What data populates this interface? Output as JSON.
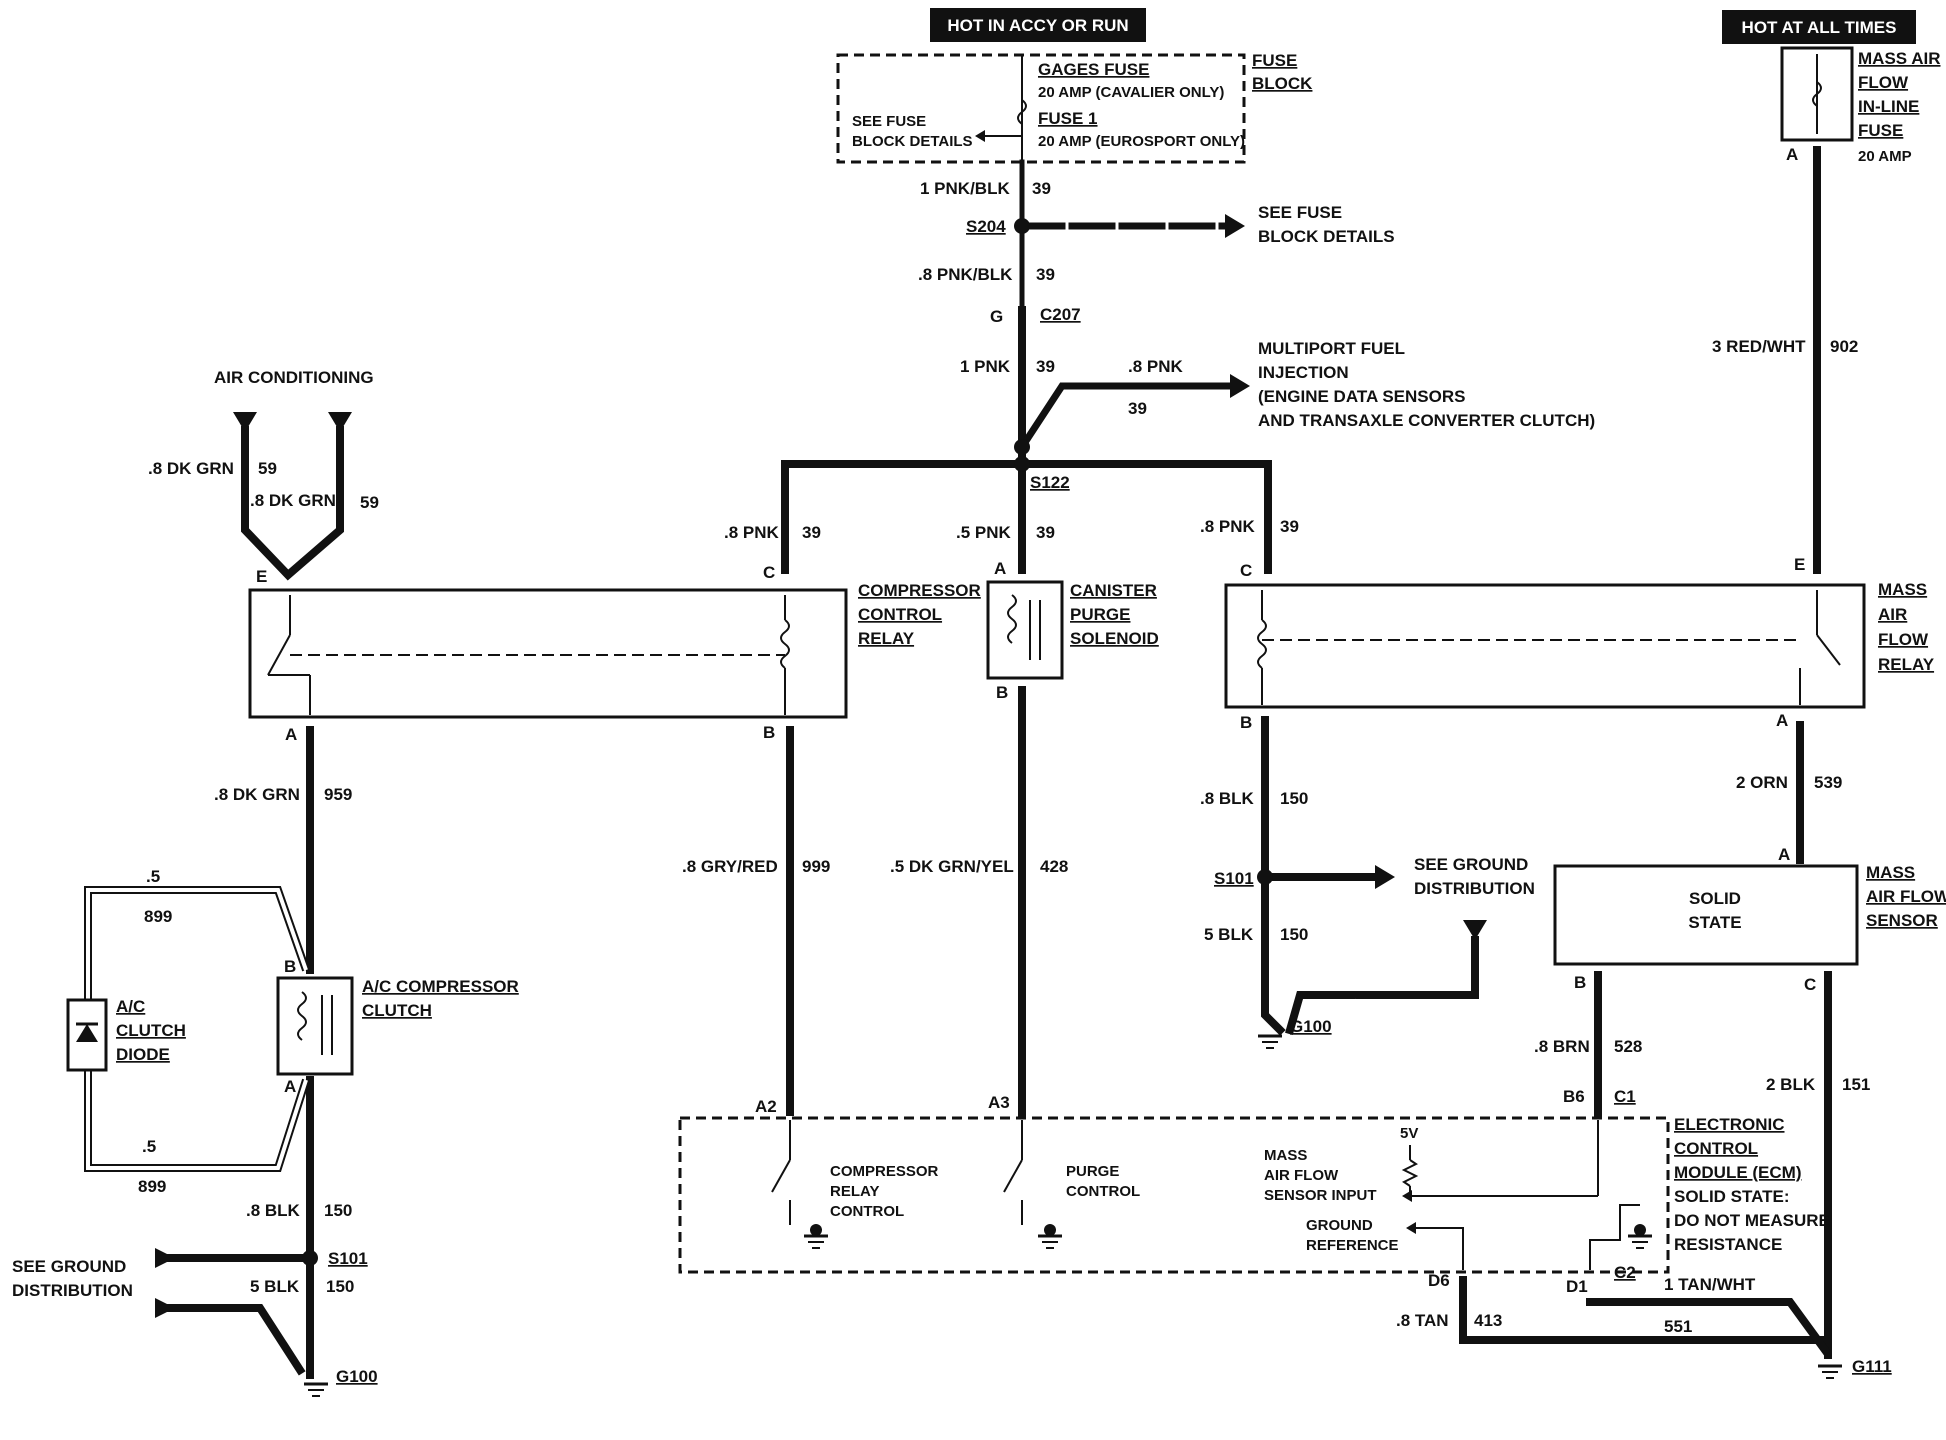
{
  "header": {
    "hot_accy_run": "HOT IN ACCY OR RUN",
    "hot_all_times": "HOT AT ALL TIMES"
  },
  "fuse_block": {
    "title": [
      "FUSE",
      "BLOCK"
    ],
    "gages_fuse": "GAGES FUSE",
    "gages_rating": "20 AMP (CAVALIER ONLY)",
    "fuse1": "FUSE 1",
    "fuse1_rating": "20 AMP (EUROSPORT ONLY)",
    "see_details": [
      "SEE FUSE",
      "BLOCK DETAILS"
    ]
  },
  "maf_fuse": {
    "title": [
      "MASS AIR",
      "FLOW",
      "IN-LINE",
      "FUSE"
    ],
    "rating": "20 AMP",
    "pin": "A"
  },
  "wires": {
    "w_1pnkblk": "1 PNK/BLK",
    "w_39_a": "39",
    "s204": "S204",
    "see_fuse_details": [
      "SEE FUSE",
      "BLOCK DETAILS"
    ],
    "w_8pnkblk": ".8 PNK/BLK",
    "w_39_b": "39",
    "g_pin": "G",
    "c207": "C207",
    "w_1pnk": "1 PNK",
    "w_39_c": "39",
    "w_8pnk_mpfi": ".8 PNK",
    "w_39_mpfi": "39",
    "mpfi": [
      "MULTIPORT FUEL",
      "INJECTION",
      "(ENGINE DATA SENSORS",
      "AND TRANSAXLE CONVERTER CLUTCH)"
    ],
    "s122": "S122",
    "w_8pnk_l": ".8 PNK",
    "w_39_l": "39",
    "w_5pnk": ".5 PNK",
    "w_39_m": "39",
    "w_8pnk_r": ".8 PNK",
    "w_39_r": "39",
    "w_3redwht": "3 RED/WHT",
    "w_902": "902",
    "ac_title": "AIR CONDITIONING",
    "w_8dkgrn_1": ".8 DK GRN",
    "w_59_1": "59",
    "w_8dkgrn_2": ".8 DK GRN",
    "w_59_2": "59",
    "w_8dkgrn_959": ".8 DK GRN",
    "w_959": "959",
    "w_5_top": ".5",
    "w_899_top": "899",
    "w_5_bot": ".5",
    "w_899_bot": "899",
    "w_8blk_150": ".8 BLK",
    "w_150_a": "150",
    "s101_l": "S101",
    "w_5blk_l": "5 BLK",
    "w_150_b": "150",
    "g100_l": "G100",
    "see_ground_l": [
      "SEE GROUND",
      "DISTRIBUTION"
    ],
    "w_8gryred": ".8 GRY/RED",
    "w_999": "999",
    "w_5dkgrnyel": ".5 DK GRN/YEL",
    "w_428": "428",
    "w_8blk_r": ".8 BLK",
    "w_150_r": "150",
    "s101_r": "S101",
    "see_ground_r": [
      "SEE GROUND",
      "DISTRIBUTION"
    ],
    "w_5blk_r": "5 BLK",
    "w_150_r2": "150",
    "g100_r": "G100",
    "w_2orn": "2 ORN",
    "w_539": "539",
    "w_8brn": ".8 BRN",
    "w_528": "528",
    "w_2blk": "2 BLK",
    "w_151": "151",
    "w_1tanwht": "1 TAN/WHT",
    "w_551": "551",
    "w_8tan": ".8 TAN",
    "w_413": "413",
    "g111": "G111"
  },
  "components": {
    "ccr": [
      "COMPRESSOR",
      "CONTROL",
      "RELAY"
    ],
    "ccr_pins": {
      "e": "E",
      "c": "C",
      "a": "A",
      "b": "B"
    },
    "cps": [
      "CANISTER",
      "PURGE",
      "SOLENOID"
    ],
    "cps_pins": {
      "a": "A",
      "b": "B"
    },
    "mafr": [
      "MASS",
      "AIR",
      "FLOW",
      "RELAY"
    ],
    "mafr_pins": {
      "c": "C",
      "e": "E",
      "b": "B",
      "a": "A"
    },
    "acc": [
      "A/C COMPRESSOR",
      "CLUTCH"
    ],
    "acc_pins": {
      "b": "B",
      "a": "A"
    },
    "acd": [
      "A/C",
      "CLUTCH",
      "DIODE"
    ],
    "mafs": [
      "MASS",
      "AIR FLOW",
      "SENSOR"
    ],
    "mafs_body": [
      "SOLID",
      "STATE"
    ],
    "mafs_pins": {
      "a": "A",
      "b": "B",
      "c": "C"
    }
  },
  "ecm": {
    "title": [
      "ELECTRONIC",
      "CONTROL",
      "MODULE (ECM)",
      "SOLID STATE:",
      "DO NOT MEASURE",
      "RESISTANCE"
    ],
    "pins": {
      "a2": "A2",
      "a3": "A3",
      "b6": "B6",
      "c1": "C1",
      "d6": "D6",
      "d1": "D1",
      "c2": "C2"
    },
    "compressor": [
      "COMPRESSOR",
      "RELAY",
      "CONTROL"
    ],
    "purge": [
      "PURGE",
      "CONTROL"
    ],
    "v5": "5V",
    "maf_input": [
      "MASS",
      "AIR FLOW",
      "SENSOR INPUT"
    ],
    "ground_ref": [
      "GROUND",
      "REFERENCE"
    ]
  }
}
